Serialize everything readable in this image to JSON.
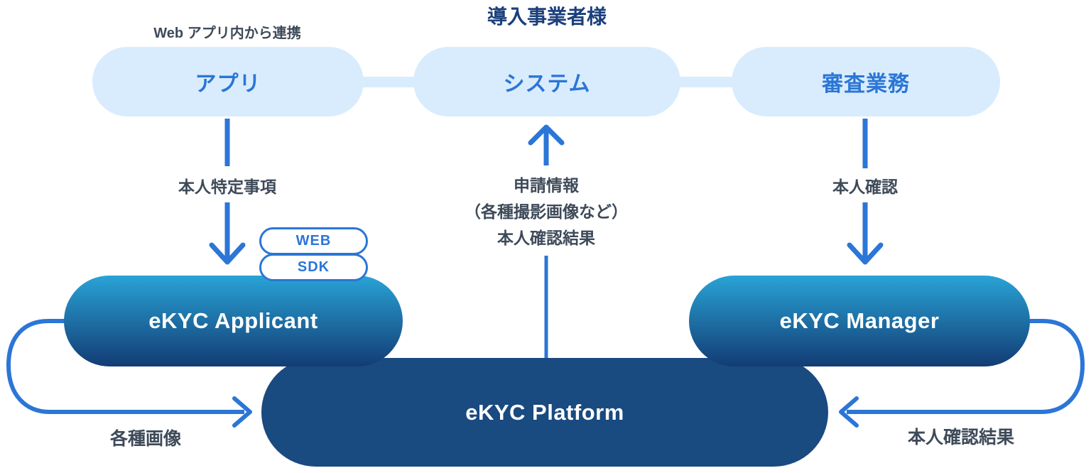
{
  "diagram": {
    "title": "導入事業者様",
    "note": "Web アプリ内から連携",
    "top_nodes": [
      {
        "label": "アプリ"
      },
      {
        "label": "システム"
      },
      {
        "label": "審査業務"
      }
    ],
    "flows": {
      "app_to_applicant": "本人特定事項",
      "platform_to_system_lines": [
        "申請情報",
        "（各種撮影画像など）",
        "本人確認結果"
      ],
      "review_to_manager": "本人確認",
      "applicant_to_platform": "各種画像",
      "platform_to_manager": "本人確認結果"
    },
    "sdk_badges": [
      {
        "label": "WEB"
      },
      {
        "label": "SDK"
      }
    ],
    "systems": {
      "applicant": "eKYC Applicant",
      "manager": "eKYC Manager",
      "platform": "eKYC Platform"
    },
    "colors": {
      "light_pill_bg": "#d9ecfd",
      "accent_blue": "#2b76d6",
      "title_navy": "#1b3f7d",
      "label_gray": "#3e4a59",
      "gradient_top": "#29a3d6",
      "gradient_bottom": "#123c74",
      "platform_navy": "#194a80"
    }
  }
}
